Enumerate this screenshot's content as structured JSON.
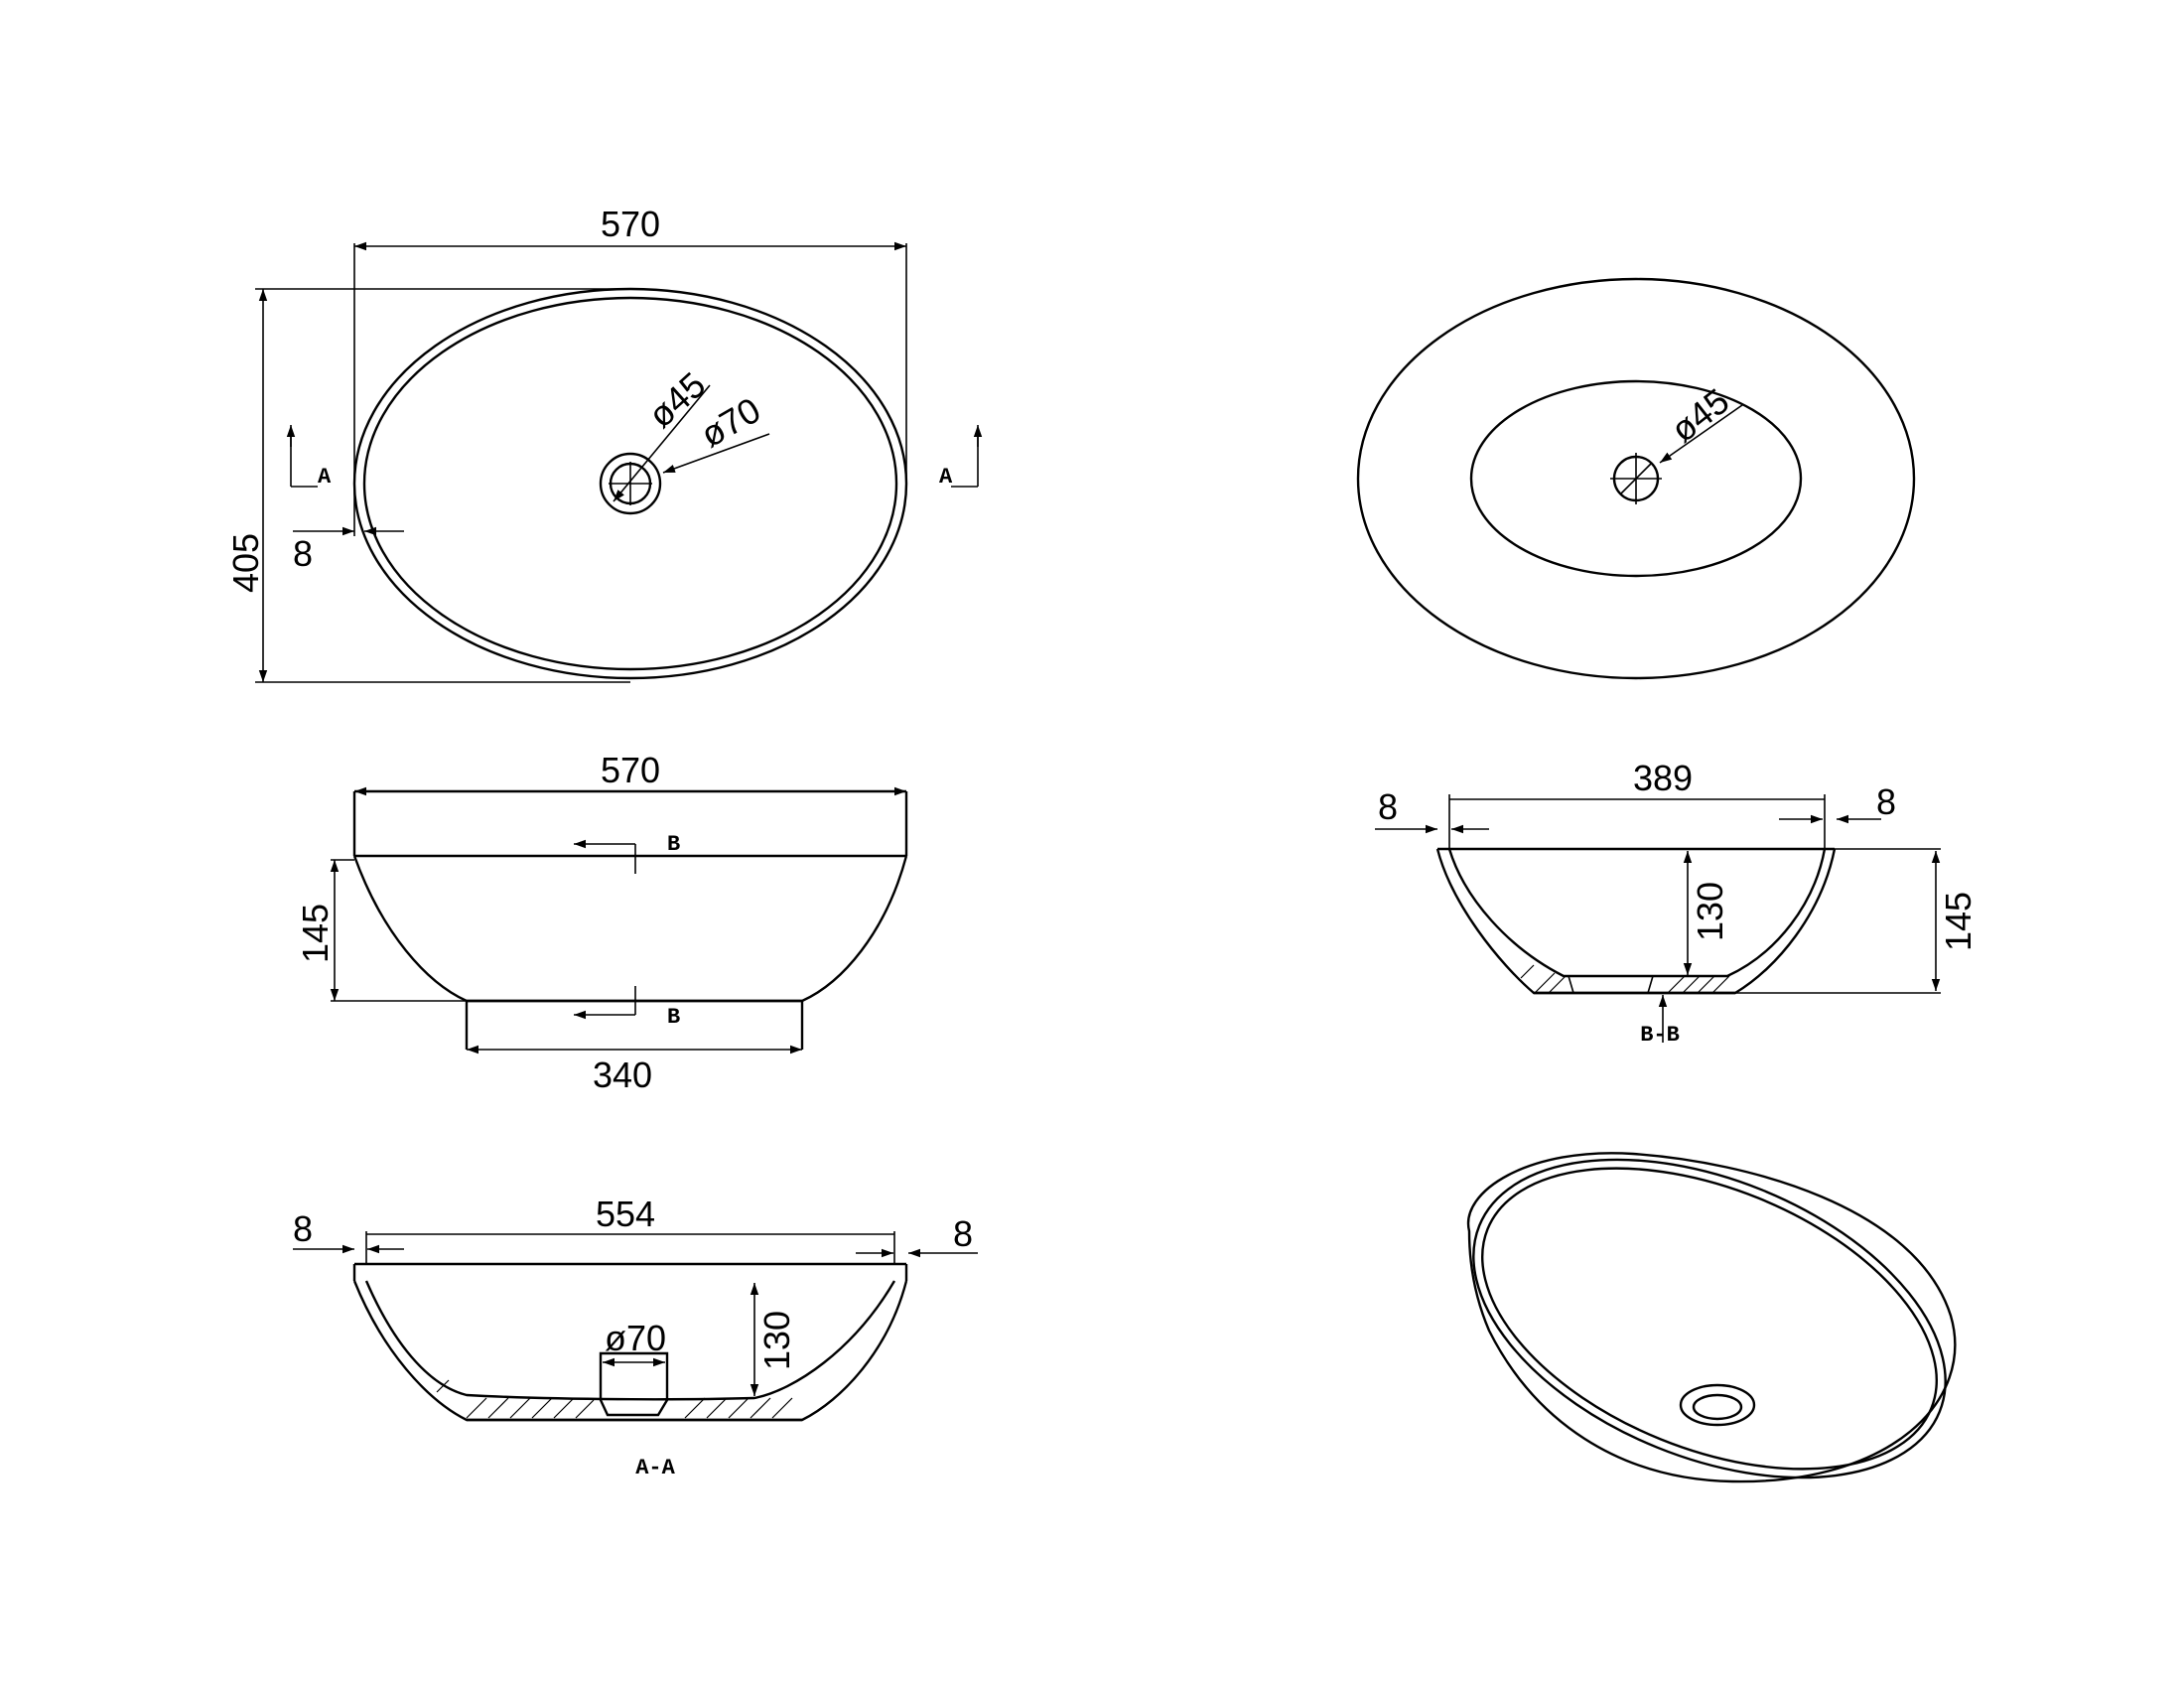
{
  "views": {
    "plan": {
      "width": "570",
      "depth": "405",
      "rim": "8",
      "drain_inner": "ø45",
      "drain_outer": "ø70",
      "section_mark_left": "A",
      "section_mark_right": "A"
    },
    "bottom": {
      "drain": "ø45"
    },
    "elevation": {
      "top_width": "570",
      "height": "145",
      "base_width": "340",
      "section_mark_top": "B",
      "section_mark_bottom": "B"
    },
    "section_bb": {
      "inner_width": "389",
      "rim_left": "8",
      "rim_right": "8",
      "inner_depth": "130",
      "height": "145",
      "caption": "B-B"
    },
    "section_aa": {
      "inner_width": "554",
      "rim_left": "8",
      "rim_right": "8",
      "inner_depth": "130",
      "drain": "ø70",
      "caption": "A-A"
    }
  }
}
